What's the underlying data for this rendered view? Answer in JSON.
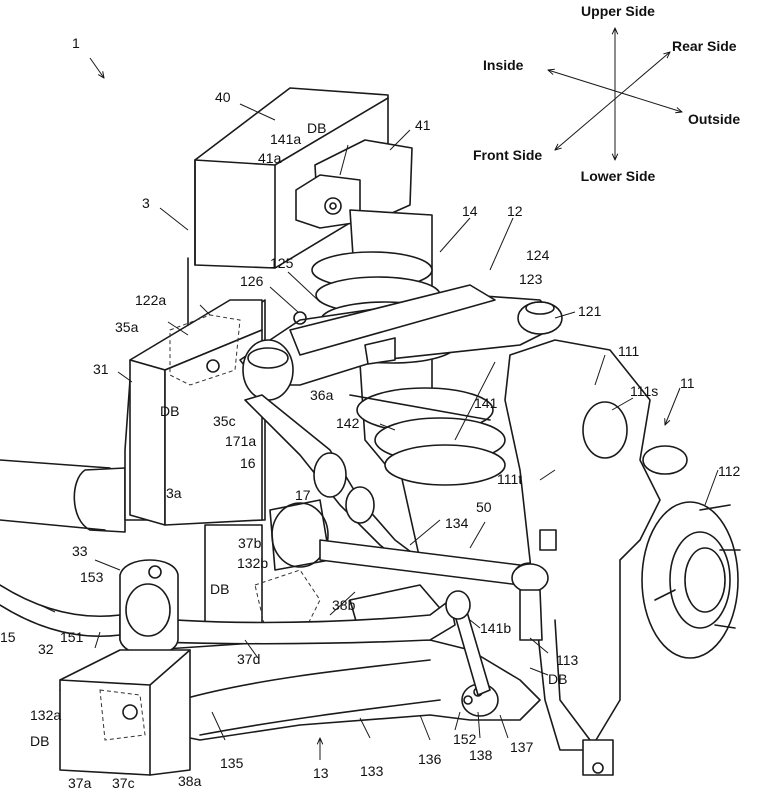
{
  "directions": {
    "upper": "Upper Side",
    "lower": "Lower Side",
    "inside": "Inside",
    "outside": "Outside",
    "rear": "Rear Side",
    "front": "Front Side"
  },
  "refs": {
    "r1": "1",
    "r3": "3",
    "r3a": "3a",
    "r11": "11",
    "r12": "12",
    "r13": "13",
    "r14": "14",
    "r15": "15",
    "r16": "16",
    "r17": "17",
    "r31": "31",
    "r32": "32",
    "r33": "33",
    "r35a": "35a",
    "r35c": "35c",
    "r36a": "36a",
    "r37a": "37a",
    "r37b": "37b",
    "r37c": "37c",
    "r37d": "37d",
    "r38a": "38a",
    "r38b": "38b",
    "r40": "40",
    "r41": "41",
    "r41a": "41a",
    "r50": "50",
    "r111": "111",
    "r111s": "111s",
    "r111t": "111t",
    "r112": "112",
    "r113": "113",
    "r121": "121",
    "r122a": "122a",
    "r123": "123",
    "r124": "124",
    "r125": "125",
    "r126": "126",
    "r132a": "132a",
    "r132b": "132b",
    "r133": "133",
    "r134": "134",
    "r135": "135",
    "r136": "136",
    "r137": "137",
    "r138": "138",
    "r141": "141",
    "r141a": "141a",
    "r141b": "141b",
    "r142": "142",
    "r151": "151",
    "r152": "152",
    "r153": "153",
    "r171a": "171a",
    "db": "DB"
  }
}
